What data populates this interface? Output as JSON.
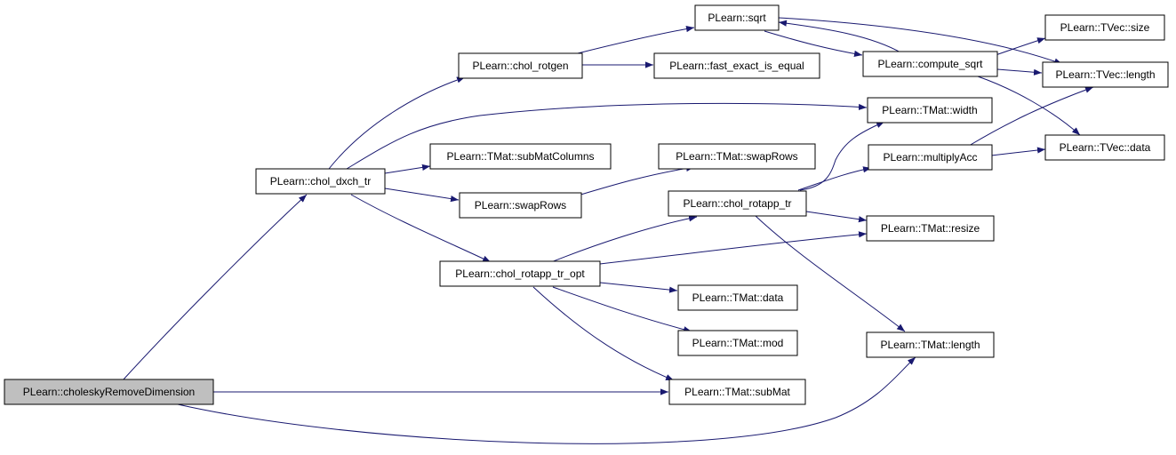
{
  "colors": {
    "edge": "#191970",
    "node_border": "#000000",
    "node_fill": "#ffffff",
    "root_fill": "#bfbfbf"
  },
  "nodes": {
    "choleskyRemoveDimension": "PLearn::choleskyRemoveDimension",
    "chol_dxch_tr": "PLearn::chol_dxch_tr",
    "chol_rotgen": "PLearn::chol_rotgen",
    "sqrt": "PLearn::sqrt",
    "fast_exact_is_equal": "PLearn::fast_exact_is_equal",
    "compute_sqrt": "PLearn::compute_sqrt",
    "tvec_size": "PLearn::TVec::size",
    "tvec_length": "PLearn::TVec::length",
    "tvec_data": "PLearn::TVec::data",
    "tmat_width": "PLearn::TMat::width",
    "tmat_subMatColumns": "PLearn::TMat::subMatColumns",
    "tmat_swapRows": "PLearn::TMat::swapRows",
    "swapRows": "PLearn::swapRows",
    "multiplyAcc": "PLearn::multiplyAcc",
    "chol_rotapp_tr": "PLearn::chol_rotapp_tr",
    "tmat_resize": "PLearn::TMat::resize",
    "chol_rotapp_tr_opt": "PLearn::chol_rotapp_tr_opt",
    "tmat_data": "PLearn::TMat::data",
    "tmat_mod": "PLearn::TMat::mod",
    "tmat_length": "PLearn::TMat::length",
    "tmat_subMat": "PLearn::TMat::subMat"
  }
}
